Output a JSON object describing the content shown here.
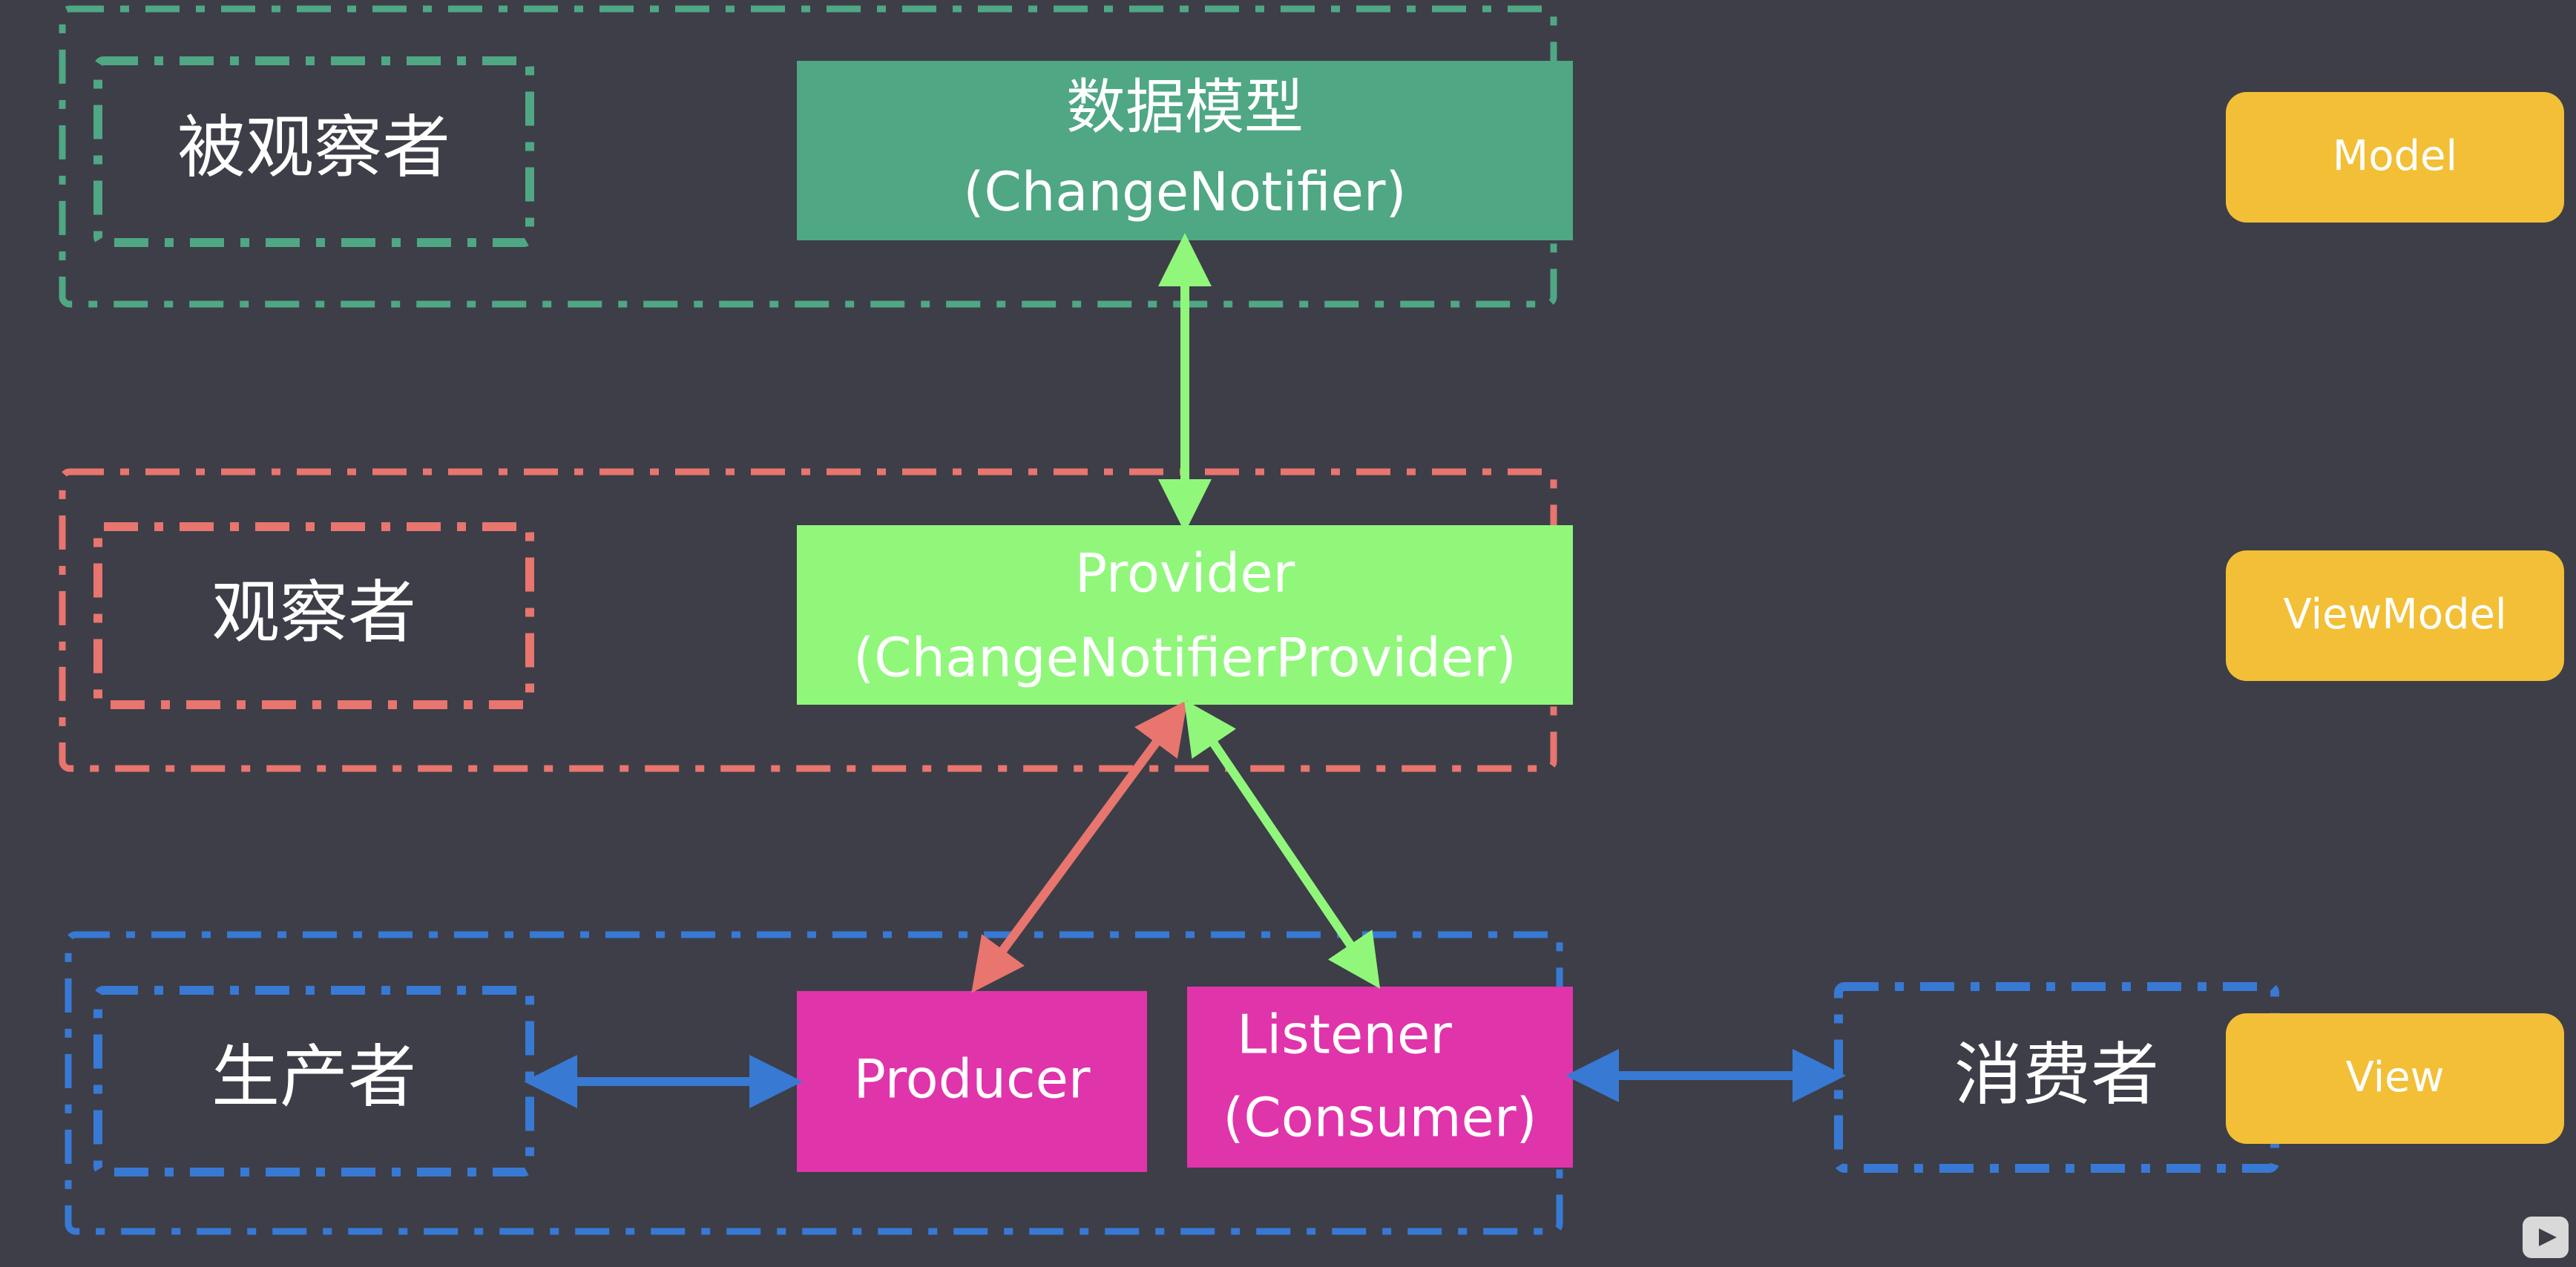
{
  "layers": {
    "model": {
      "role": "被观察者",
      "tag": "Model",
      "color": "#4fa784"
    },
    "viewmodel": {
      "role": "观察者",
      "tag": "ViewModel",
      "color": "#e8756e"
    },
    "view": {
      "tag": "View",
      "color": "#3879d4"
    }
  },
  "boxes": {
    "data_model": {
      "line1": "数据模型",
      "line2": "(ChangeNotifier)",
      "color": "#4fa784"
    },
    "provider": {
      "line1": "Provider",
      "line2": "(ChangeNotifierProvider)",
      "color": "#90f77b"
    },
    "producer": {
      "label": "Producer",
      "color": "#e034ab"
    },
    "listener": {
      "line1": "Listener",
      "line2": "(Consumer)",
      "color": "#e034ab"
    }
  },
  "view_roles": {
    "producer_side": "生产者",
    "consumer_side": "消费者"
  },
  "arrows": {
    "model_provider": "#90f77b",
    "provider_producer": "#e8756e",
    "provider_listener": "#90f77b",
    "view_links": "#3879d4"
  },
  "tag_color": "#f2bf36"
}
